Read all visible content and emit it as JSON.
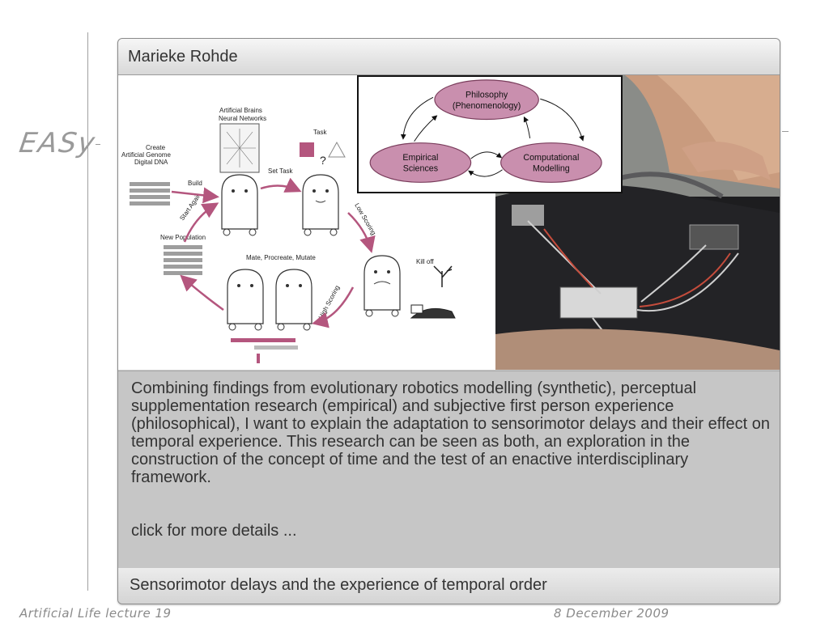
{
  "brand": {
    "text": "EASy"
  },
  "footer": {
    "left": "Artificial Life lecture 19",
    "right": "8 December 2009"
  },
  "card": {
    "author": "Marieke Rohde",
    "description": "Combining findings from evolutionary robotics modelling (synthetic), perceptual supplementation research (empirical) and subjective first person experience (philosophical), I want to explain the adaptation to sensorimotor delays and their effect on temporal experience. This research can be seen as both, an exploration in the construction of the concept of time and the test of an enactive interdisciplinary framework.",
    "more_link": "click for more details ...",
    "title": "Sensorimotor delays and the experience of temporal order"
  },
  "figure": {
    "labels": {
      "artificial_brains": "Artificial Brains",
      "neural_networks": "Neural Networks",
      "task": "Task",
      "create": "Create",
      "artificial_genome": "Artificial Genome",
      "digital_dna": "Digital DNA",
      "build": "Build",
      "set_task": "Set Task",
      "start_again": "Start Again",
      "low_scoring": "Low Scoring",
      "new_population": "New Population",
      "mate": "Mate, Procreate, Mutate",
      "kill_off": "Kill off",
      "high_scoring": "High Scoring",
      "question": "?"
    }
  },
  "diagram": {
    "nodes": {
      "philosophy_1": "Philosophy",
      "philosophy_2": "(Phenomenology)",
      "empirical_1": "Empirical",
      "empirical_2": "Sciences",
      "computational_1": "Computational",
      "computational_2": "Modelling"
    },
    "colors": {
      "node_fill": "#c98fae",
      "node_stroke": "#7a3d5c"
    }
  },
  "colors": {
    "accent_pink": "#b4567e",
    "panel_bg": "#c6c6c6"
  }
}
